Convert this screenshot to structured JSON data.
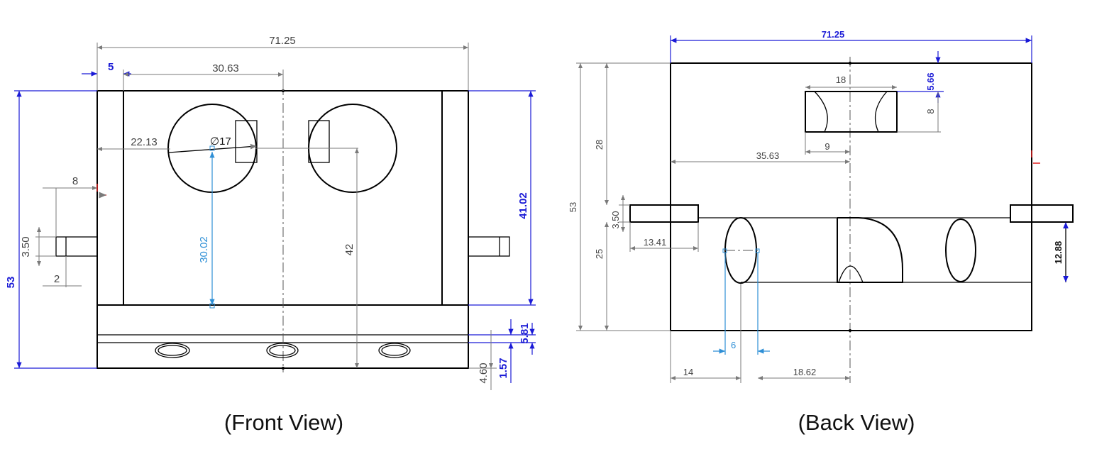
{
  "front_view": {
    "caption": "(Front View)",
    "dims": {
      "overall_width": "71.25",
      "left_offset": "5",
      "center_offset": "30.63",
      "hole_offset": "22.13",
      "hole_diameter": "∅17",
      "nub_length": "8",
      "nub_height": "3.50",
      "nub_step": "2",
      "total_height": "53",
      "hole_depth": "30.02",
      "right_hole_depth": "42",
      "cavity_height": "41.02",
      "base_height": "5.81",
      "groove_height": "1.57",
      "slot_height": "4.60"
    }
  },
  "back_view": {
    "caption": "(Back View)",
    "dims": {
      "overall_width": "71.25",
      "slot_width": "18",
      "slot_top": "5.66",
      "slot_height": "8",
      "slot_half": "9",
      "slot_offset": "35.63",
      "upper_height": "28",
      "total_height": "53",
      "tab_height": "3.50",
      "lower_height": "25",
      "tab_length": "13.41",
      "right_depth": "12.88",
      "hole_width": "6",
      "left_offset": "14",
      "center_offset": "18.62"
    }
  },
  "colors": {
    "outline": "#000000",
    "dimension": "#7a7a7a",
    "driven_dimension": "#1a1ad6",
    "selected_dimension": "#2e8fd6"
  }
}
